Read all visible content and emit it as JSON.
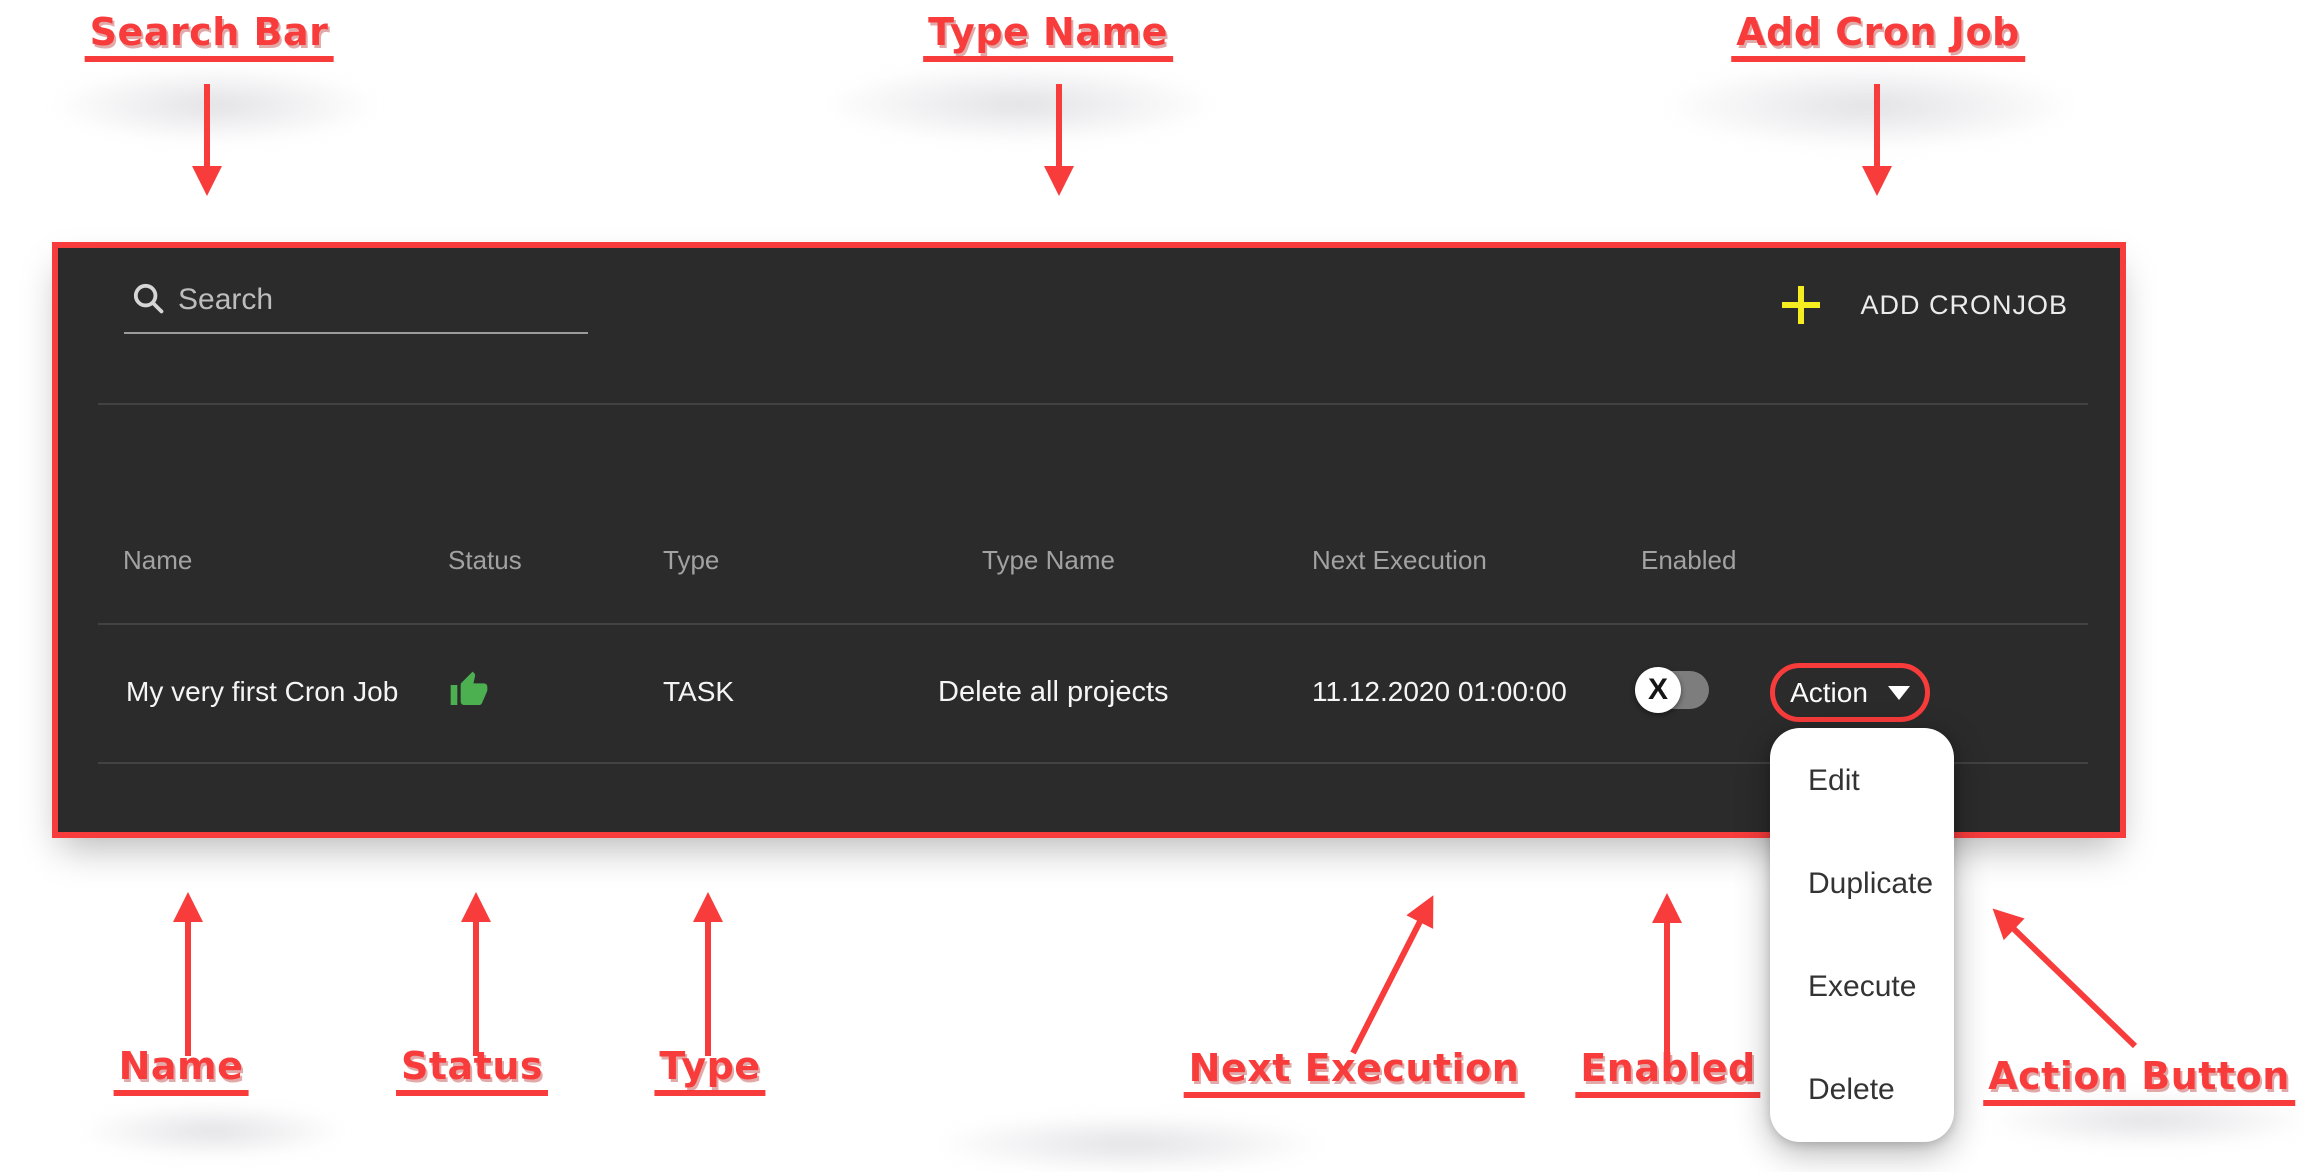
{
  "colors": {
    "accent_red": "#f83c3c",
    "panel_bg": "#2b2b2b",
    "plus_yellow": "#f5ed1f",
    "status_green": "#4caf50"
  },
  "annotations": {
    "search_bar": {
      "label": "Search Bar"
    },
    "type_name": {
      "label": "Type Name"
    },
    "add_cron_job": {
      "label": "Add Cron Job"
    },
    "name": {
      "label": "Name"
    },
    "status": {
      "label": "Status"
    },
    "type": {
      "label": "Type"
    },
    "next_execution": {
      "label": "Next Execution"
    },
    "enabled": {
      "label": "Enabled"
    },
    "action_button": {
      "label": "Action Button"
    }
  },
  "panel": {
    "toolbar": {
      "search_placeholder": "Search",
      "search_icon": "search-icon",
      "add_button_label": "ADD CRONJOB",
      "add_button_icon": "plus-icon"
    },
    "table": {
      "columns": [
        "Name",
        "Status",
        "Type",
        "Type Name",
        "Next Execution",
        "Enabled"
      ],
      "rows": [
        {
          "name": "My very first Cron Job",
          "status_icon": "thumb-up-icon",
          "type": "TASK",
          "type_name": "Delete all projects",
          "next_execution": "11.12.2020 01:00:00",
          "enabled": false,
          "toggle_glyph": "X",
          "action_label": "Action"
        }
      ]
    }
  },
  "action_menu": {
    "items": [
      "Edit",
      "Duplicate",
      "Execute",
      "Delete"
    ]
  }
}
